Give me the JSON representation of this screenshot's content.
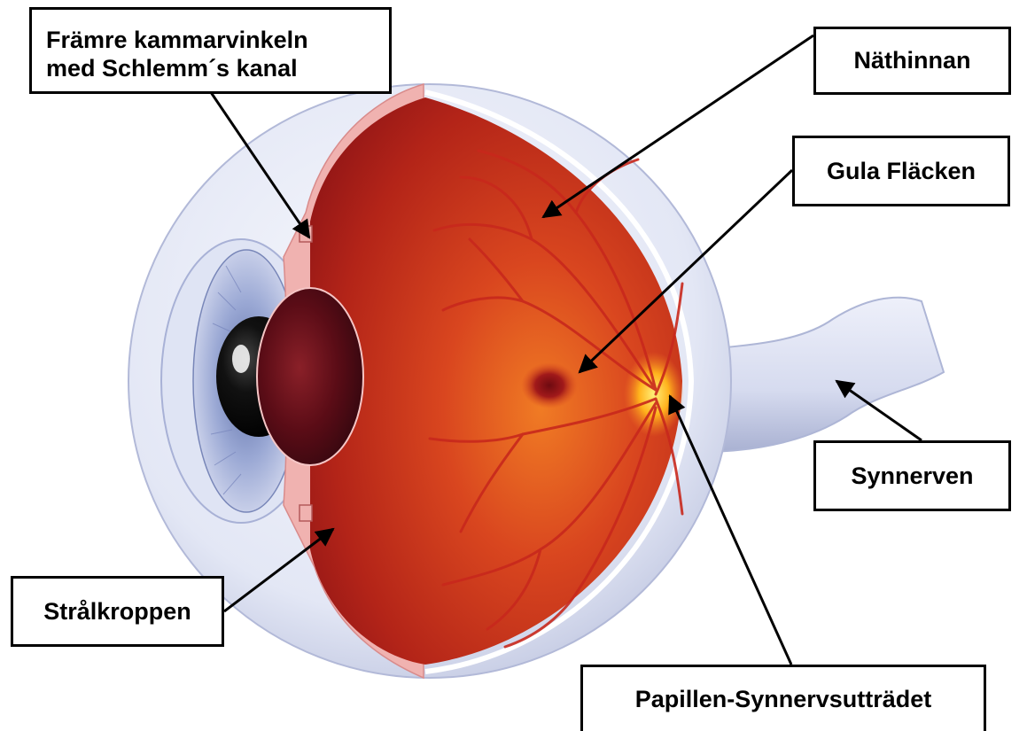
{
  "labels": {
    "angle": "Främre kammarvinkeln\nmed Schlemm´s kanal",
    "retina": "Näthinnan",
    "macula": "Gula Fläcken",
    "optic_nerve": "Synnerven",
    "ciliary_body": "Strålkroppen",
    "optic_disc": "Papillen-Synnervsutträdet"
  },
  "colors": {
    "sclera": "#e6e9f6",
    "retina": "#d9461f",
    "retina_dark": "#9e1418",
    "macula": "#7a0e12",
    "optic_disc": "#ffb21c",
    "iris": "#8b9bc9",
    "pupil": "#111111",
    "vessel": "#c8281c",
    "pink_tissue": "#f0b2b0"
  }
}
